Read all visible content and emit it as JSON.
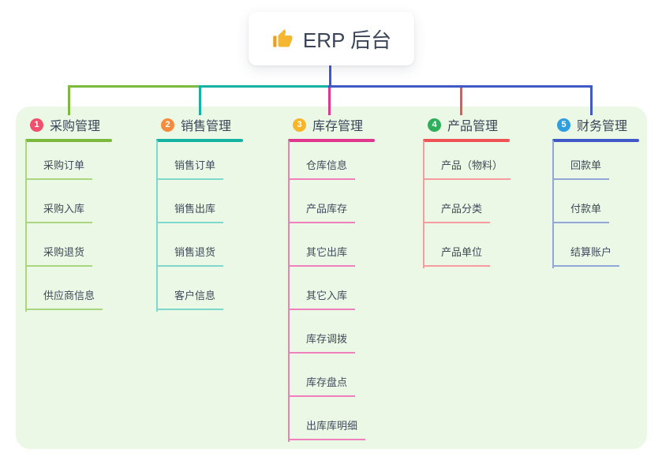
{
  "root": {
    "label": "ERP 后台",
    "icon": "thumbs-up"
  },
  "connector_color": "#4159c6",
  "panel_bg": "#ebf8e5",
  "branches": [
    {
      "number": "1",
      "label": "采购管理",
      "line_color": "#7cb93e",
      "leaf_line_color": "#a9d67e",
      "badge_color": "#f0506e",
      "children": [
        "采购订单",
        "采购入库",
        "采购退货",
        "供应商信息"
      ]
    },
    {
      "number": "2",
      "label": "销售管理",
      "line_color": "#16b3a2",
      "leaf_line_color": "#7fd8cb",
      "badge_color": "#f68b3d",
      "children": [
        "销售订单",
        "销售出库",
        "销售退货",
        "客户信息"
      ]
    },
    {
      "number": "3",
      "label": "库存管理",
      "line_color": "#e0368c",
      "leaf_line_color": "#f07fbd",
      "badge_color": "#f7b52c",
      "children": [
        "仓库信息",
        "产品库存",
        "其它出库",
        "其它入库",
        "库存调拨",
        "库存盘点",
        "出库库明细"
      ]
    },
    {
      "number": "4",
      "label": "产品管理",
      "line_color": "#f05355",
      "leaf_line_color": "#f79ba0",
      "badge_color": "#2eaf5c",
      "children": [
        "产品（物料）",
        "产品分类",
        "产品单位"
      ]
    },
    {
      "number": "5",
      "label": "财务管理",
      "line_color": "#4159c6",
      "leaf_line_color": "#91a7d8",
      "badge_color": "#2d9fe0",
      "children": [
        "回款单",
        "付款单",
        "结算账户"
      ]
    }
  ]
}
